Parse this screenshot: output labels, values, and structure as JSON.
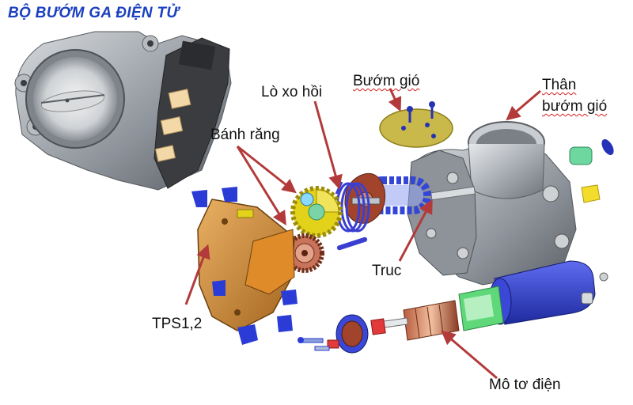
{
  "title": "BỘ BƯỚM GA ĐIỆN TỬ",
  "labels": {
    "gears": "Bánh răng",
    "return_spring": "Lò xo hồi",
    "throttle_valve": "Bướm gió",
    "throttle_body_line1": "Thân",
    "throttle_body_line2": "bướm gió",
    "shaft": "Truc",
    "tps": "TPS1,2",
    "motor": "Mô tơ điện"
  },
  "colors": {
    "title": "#1a3fbf",
    "arrow": "#b33a3a",
    "housing": "#9aa0a8",
    "sensor": "#c98a3a",
    "gear_yellow": "#e3d21a",
    "spring_blue": "#3b3fd1",
    "valve_plate": "#c9b84a",
    "motor_blue": "#2f3fc8",
    "motor_green": "#5fd87a",
    "clip_blue": "#2a3bd6"
  }
}
